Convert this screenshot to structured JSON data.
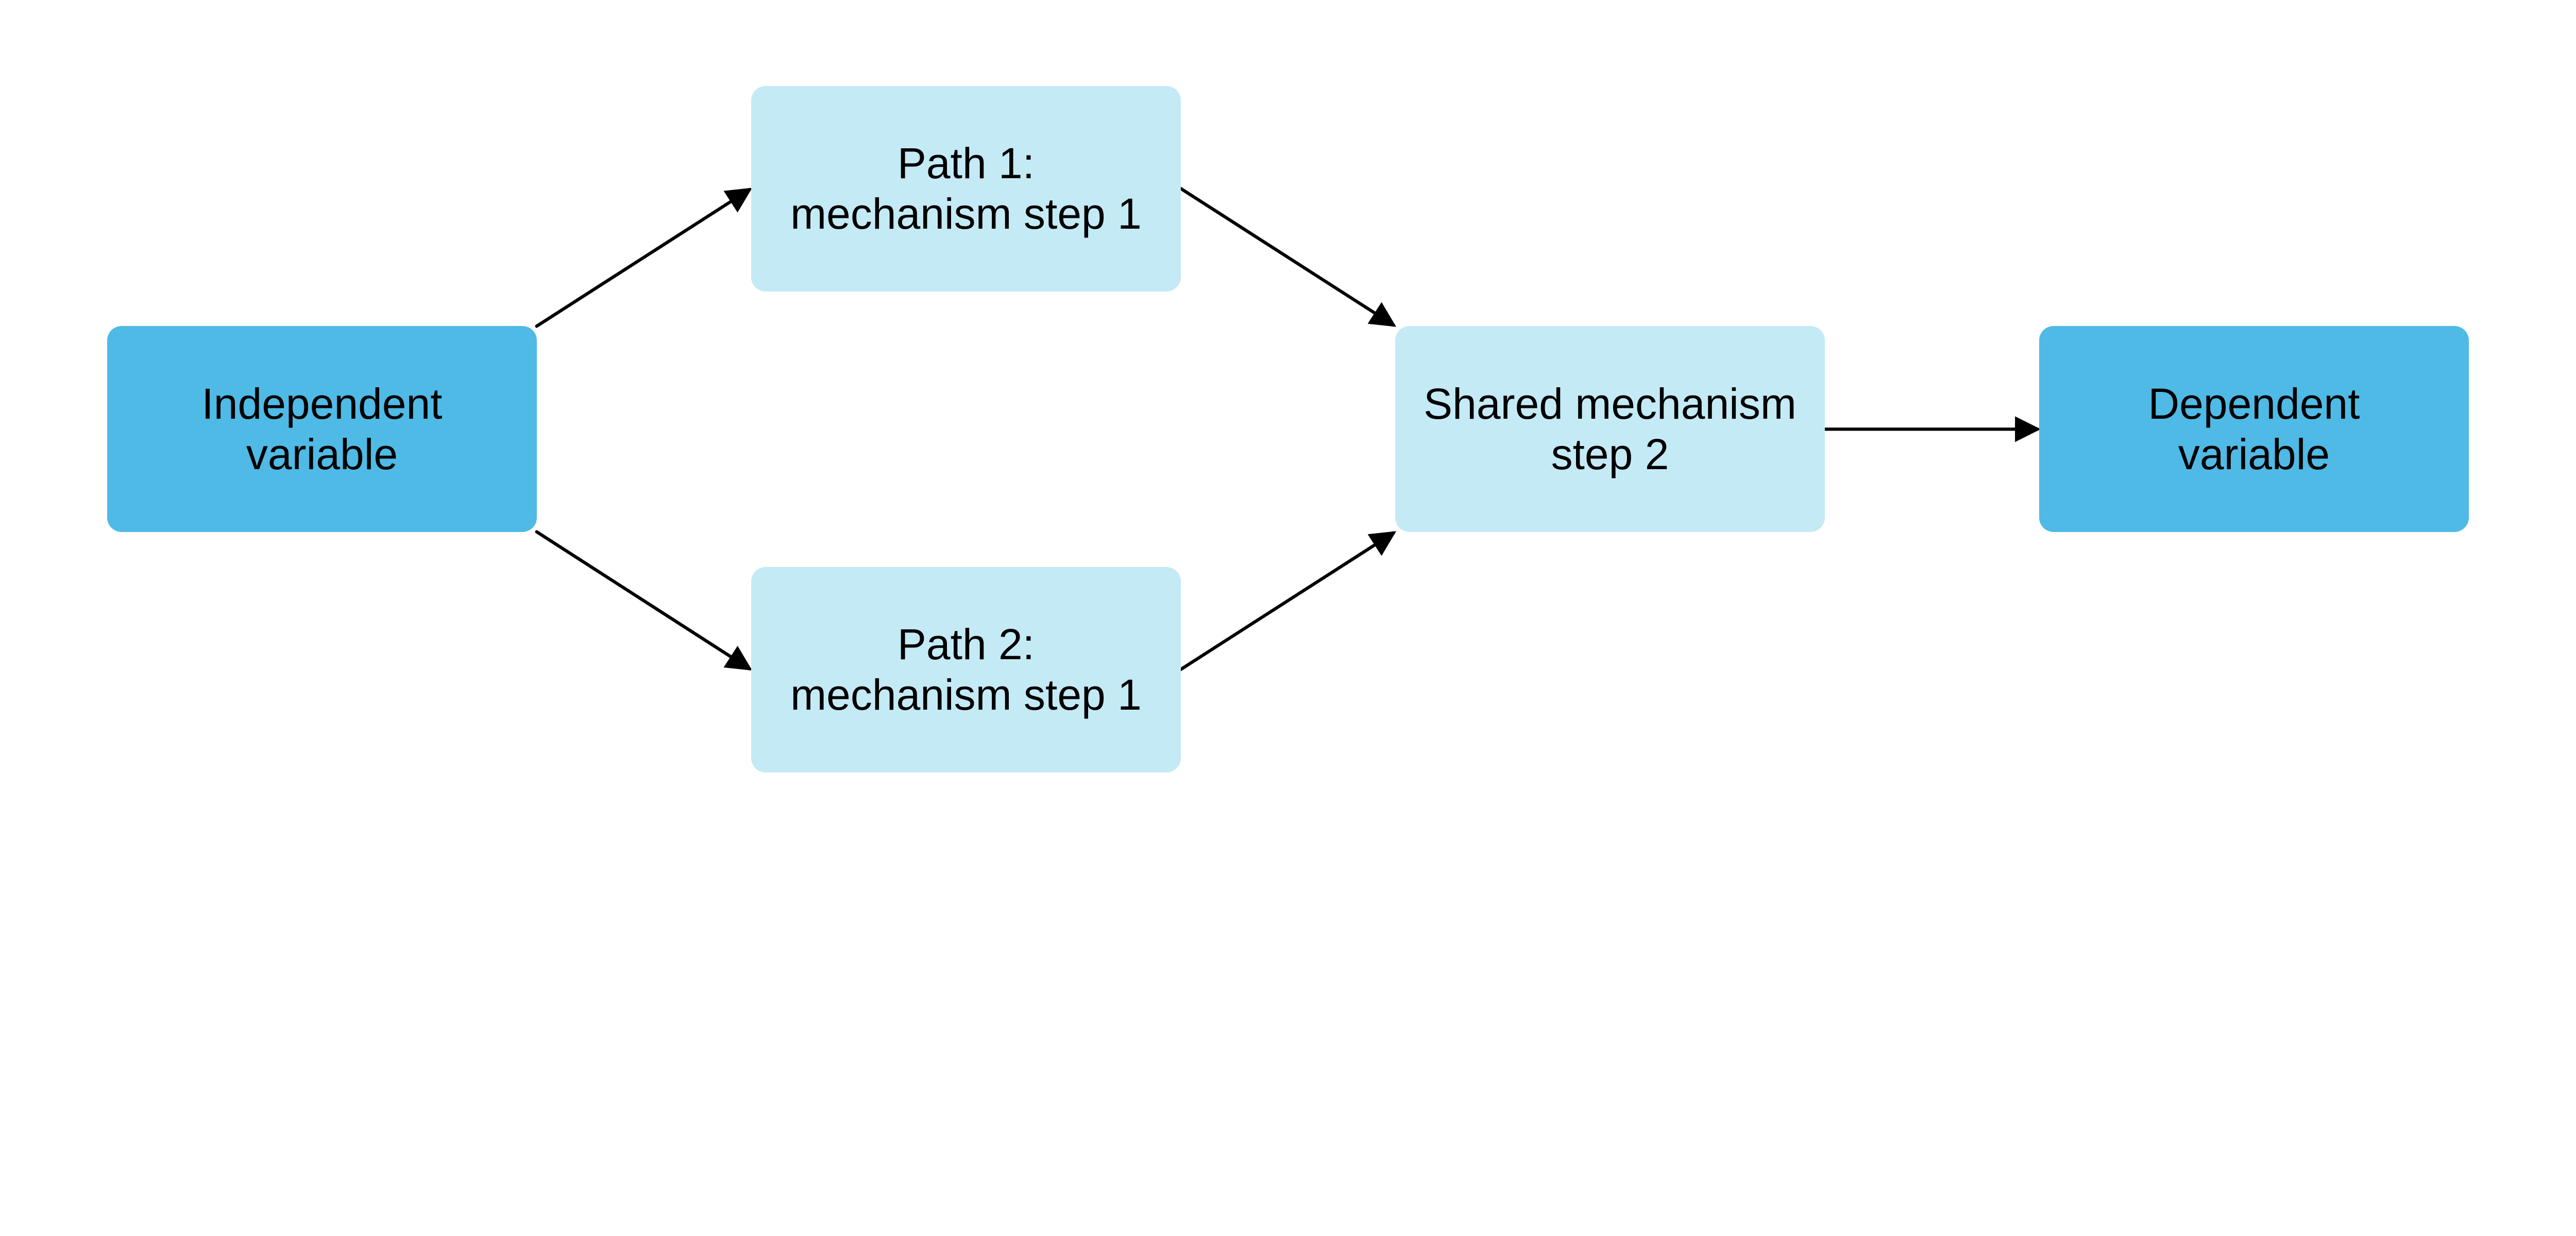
{
  "colors": {
    "primary_node": "#4FBAE6",
    "secondary_node": "#C4EAF6",
    "edge": "#000000"
  },
  "nodes": {
    "independent": {
      "line1": "Independent",
      "line2": "variable"
    },
    "path1": {
      "line1": "Path 1:",
      "line2": "mechanism step 1"
    },
    "path2": {
      "line1": "Path 2:",
      "line2": "mechanism step 1"
    },
    "shared": {
      "line1": "Shared mechanism",
      "line2": "step 2"
    },
    "dependent": {
      "line1": "Dependent",
      "line2": "variable"
    }
  },
  "edges": [
    {
      "from": "independent",
      "to": "path1"
    },
    {
      "from": "independent",
      "to": "path2"
    },
    {
      "from": "path1",
      "to": "shared"
    },
    {
      "from": "path2",
      "to": "shared"
    },
    {
      "from": "shared",
      "to": "dependent"
    }
  ]
}
